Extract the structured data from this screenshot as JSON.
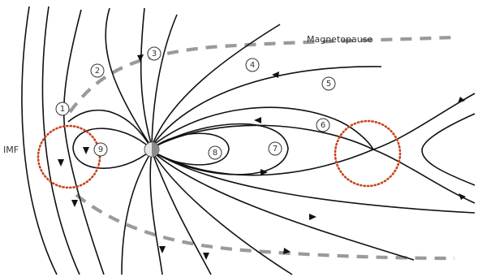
{
  "labels": {
    "magnetopause": "Magnetopause",
    "imf": "IMF"
  },
  "markers": [
    "1",
    "2",
    "3",
    "4",
    "5",
    "6",
    "7",
    "8",
    "9"
  ],
  "colors": {
    "field_line": "#111111",
    "magnetopause": "#9a9a9a",
    "reconnection_circle": "#c8431c",
    "planet_light": "#e6e6e6",
    "planet_dark": "#8c8c8c"
  }
}
